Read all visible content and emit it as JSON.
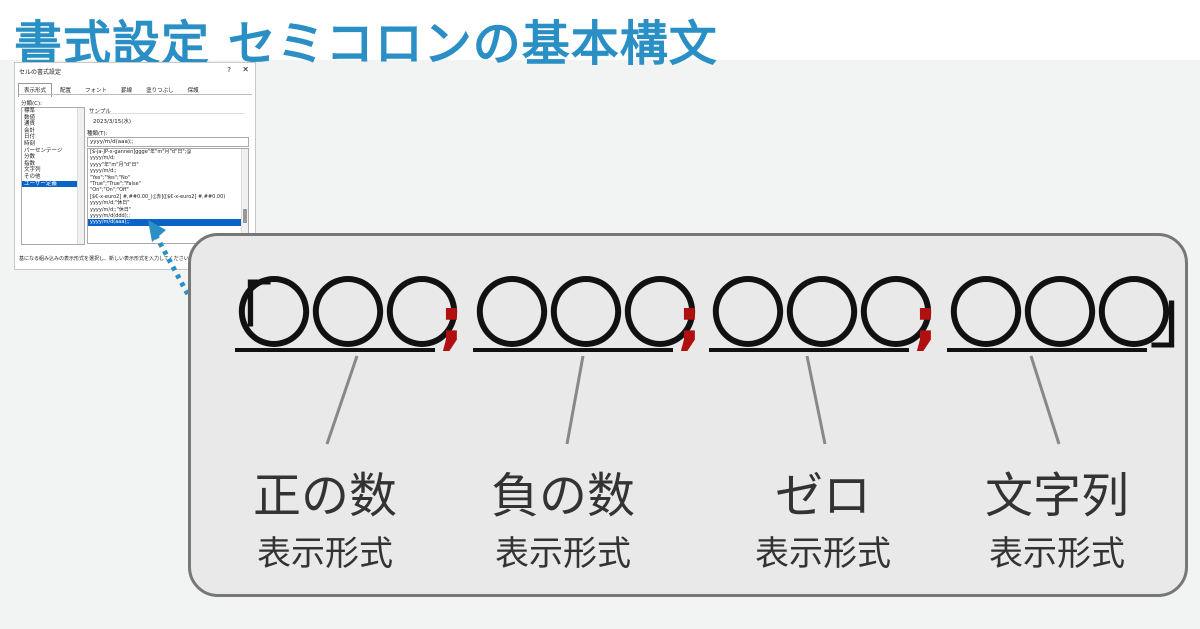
{
  "header": {
    "title": "書式設定 セミコロンの基本構文"
  },
  "dialog": {
    "title": "セルの書式設定",
    "help": "?",
    "close": "✕",
    "tabs": [
      "表示形式",
      "配置",
      "フォント",
      "罫線",
      "塗りつぶし",
      "保護"
    ],
    "category_label": "分類(C):",
    "categories": [
      "標準",
      "数値",
      "通貨",
      "会計",
      "日付",
      "時刻",
      "パーセンテージ",
      "分数",
      "指数",
      "文字列",
      "その他",
      "ユーザー定義"
    ],
    "selected_category": 11,
    "sample_label": "サンプル",
    "sample_value": "2023/3/15(水)",
    "kind_label": "種類(T):",
    "kind_value": "yyyy/m/d(aaa);;",
    "formats": [
      "[$-ja-JP-x-gannen]ggge\"年\"m\"月\"d\"日\";@",
      "yyyy/m/d;",
      "yyyy\"年\"m\"月\"d\"日\"",
      "yyyy/m/d;;",
      "\"Yes\";\"Yes\";\"No\"",
      "\"True\";\"True\";\"False\"",
      "\"On\";\"On\";\"Off\"",
      "[$€-x-euro2] #,##0.00_);[赤]([$€-x-euro2] #,##0.00)",
      "yyyy/m/d;\"休日\"",
      "yyyy/m/d;;\"休日\"",
      "yyyy/m/d(ddd);;",
      "yyyy/m/d(aaa);;"
    ],
    "selected_format": 11,
    "note": "基になる組み込みの表示形式を選択し、新しい表示形式を入力してください。"
  },
  "syntax": {
    "open_bracket": "「",
    "close_bracket": "」",
    "placeholder": "〇〇〇",
    "separator": ";",
    "separator_color": "#b01010",
    "sections": [
      {
        "main": "正の数",
        "sub": "表示形式"
      },
      {
        "main": "負の数",
        "sub": "表示形式"
      },
      {
        "main": "ゼロ",
        "sub": "表示形式"
      },
      {
        "main": "文字列",
        "sub": "表示形式"
      }
    ]
  },
  "colors": {
    "title": "#2a8fc4",
    "selection": "#0a64c8",
    "arrow": "#2a8fc4"
  }
}
